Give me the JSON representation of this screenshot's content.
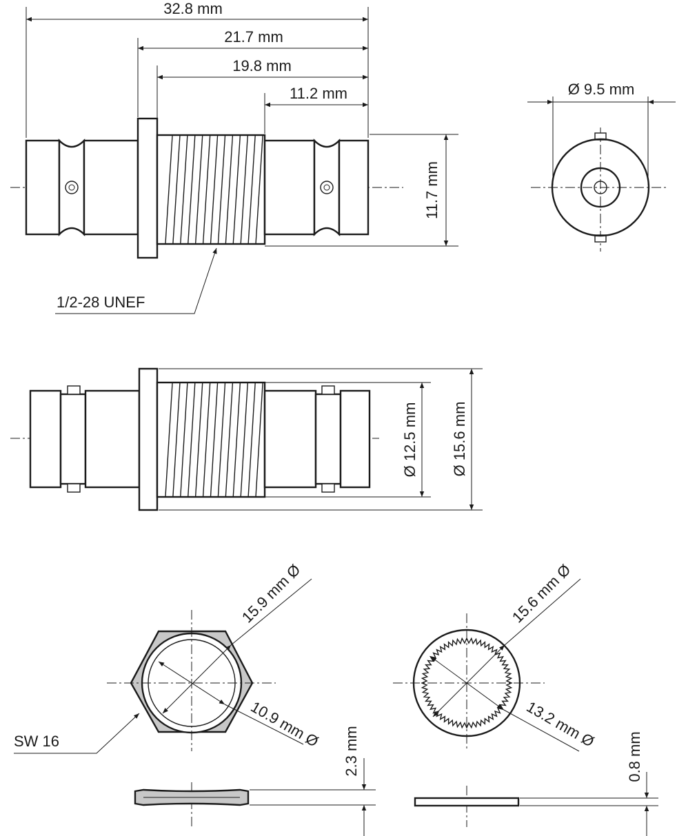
{
  "colors": {
    "ink": "#1a1a1a",
    "nut_fill": "#c8c8c8",
    "background": "#ffffff"
  },
  "side_view": {
    "dim_overall": "32.8 mm",
    "dim_flange_to_end": "21.7 mm",
    "dim_thread_to_end": "19.8 mm",
    "dim_end_body": "11.2 mm",
    "dim_height": "11.7 mm",
    "thread_label": "1/2-28 UNEF"
  },
  "end_view": {
    "dim_diameter": "Ø 9.5 mm"
  },
  "top_view": {
    "dim_thread_diameter": "Ø 12.5 mm",
    "dim_flange_diameter": "Ø 15.6 mm"
  },
  "hex_nut": {
    "dim_outer": "15.9 mm Ø",
    "dim_inner": "10.9 mm Ø",
    "wrench_size": "SW 16",
    "dim_thickness": "2.3 mm"
  },
  "lock_washer": {
    "dim_outer": "15.6 mm Ø",
    "dim_inner": "13.2 mm Ø",
    "dim_thickness": "0.8 mm"
  }
}
